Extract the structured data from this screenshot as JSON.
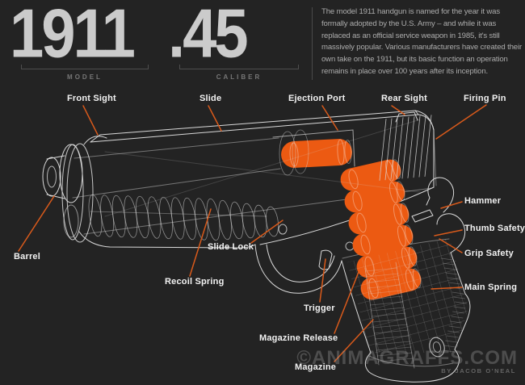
{
  "page": {
    "background": "#232323"
  },
  "header": {
    "model_value": "1911",
    "model_caption": "MODEL",
    "caliber_value": ".45",
    "caliber_caption": "CALIBER",
    "description": "The model 1911 handgun is named for the year it was formally adopted by the U.S. Army – and while it was replaced as an official service weapon in 1985, it's still massively popular. Various manufacturers have created their own take on the 1911, but its basic function an operation remains in place over 100 years after its inception."
  },
  "diagram": {
    "highlight_color": "#EC5A12",
    "leader_color": "#D95A1B",
    "wireframe_color": "#D9D9D9",
    "labels": [
      {
        "id": "front-sight",
        "text": "Front Sight"
      },
      {
        "id": "slide",
        "text": "Slide"
      },
      {
        "id": "ejection-port",
        "text": "Ejection Port"
      },
      {
        "id": "rear-sight",
        "text": "Rear Sight"
      },
      {
        "id": "firing-pin",
        "text": "Firing Pin"
      },
      {
        "id": "hammer",
        "text": "Hammer"
      },
      {
        "id": "thumb-safety",
        "text": "Thumb Safety"
      },
      {
        "id": "grip-safety",
        "text": "Grip Safety"
      },
      {
        "id": "main-spring",
        "text": "Main Spring"
      },
      {
        "id": "barrel",
        "text": "Barrel"
      },
      {
        "id": "slide-lock",
        "text": "Slide Lock"
      },
      {
        "id": "recoil-spring",
        "text": "Recoil Spring"
      },
      {
        "id": "trigger",
        "text": "Trigger"
      },
      {
        "id": "magazine-release",
        "text": "Magazine Release"
      },
      {
        "id": "magazine",
        "text": "Magazine"
      }
    ]
  },
  "watermark": {
    "site": "©ANIMAGRAFFS.COM",
    "credit": "BY JACOB O'NEAL"
  }
}
